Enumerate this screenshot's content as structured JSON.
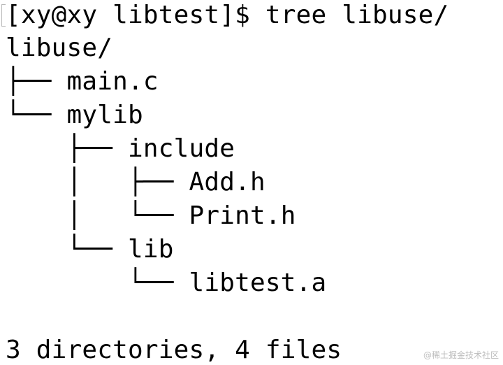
{
  "terminal": {
    "prompt": "[xy@xy libtest]$ ",
    "command": "tree libuse/",
    "tree": [
      "libuse/",
      "├── main.c",
      "└── mylib",
      "    ├── include",
      "    │   ├── Add.h",
      "    │   └── Print.h",
      "    └── lib",
      "        └── libtest.a"
    ],
    "summary": "3 directories, 4 files"
  },
  "watermark": "@稀土掘金技术社区",
  "colors": {
    "background": "#ffffff",
    "text": "#000000",
    "watermark": "#bdbdbd"
  }
}
